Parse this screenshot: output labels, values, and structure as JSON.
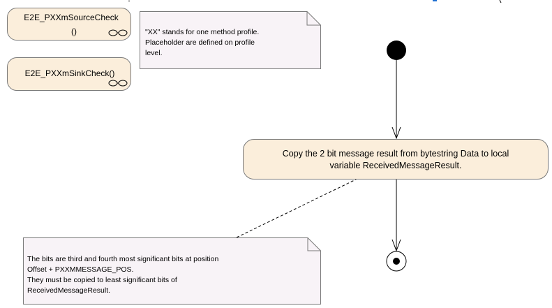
{
  "activities": {
    "source_check": {
      "line1": "E2E_PXXmSourceCheck",
      "line2": "()"
    },
    "sink_check": {
      "line1": "E2E_PXXmSinkCheck()"
    }
  },
  "notes": {
    "profile": {
      "lines": [
        "\"XX\" stands for one method profile.",
        "Placeholder are defined on profile",
        "level."
      ]
    },
    "bits": {
      "lines": [
        "The bits are third and fourth most significant bits at position",
        "Offset + PXXMMESSAGE_POS.",
        "They must be copied to least significant bits of",
        "ReceivedMessageResult."
      ]
    }
  },
  "action": {
    "lines": [
      "Copy the 2 bit message result from bytestring Data to local",
      "variable ReceivedMessageResult."
    ]
  },
  "colors": {
    "action_fill": "#fbeedb",
    "note_fill": "#f8f3f7",
    "stroke": "#7a7a7a",
    "top_link_blue": "#1f6fd1"
  },
  "icons": [
    "rake-icon",
    "initial-node-icon",
    "final-node-icon",
    "note-fold-icon"
  ]
}
